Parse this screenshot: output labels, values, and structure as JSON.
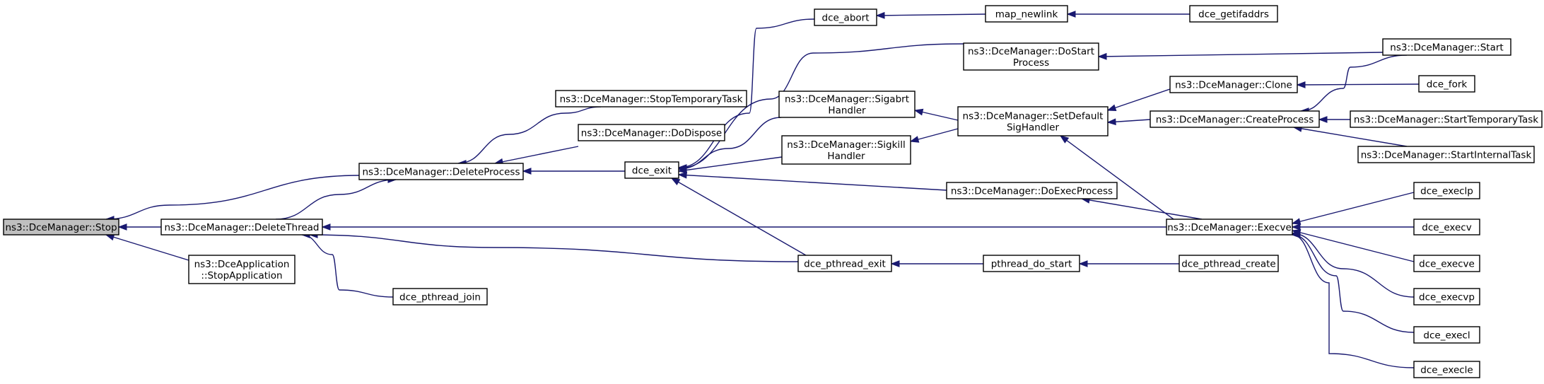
{
  "diagram": {
    "type": "call-graph",
    "colors": {
      "edge": "#191970",
      "root_fill": "#bfbfbf",
      "node_fill": "#ffffff",
      "border": "#000000"
    },
    "nodes": [
      {
        "id": "stop",
        "lines": [
          "ns3::DceManager::Stop"
        ],
        "root": true
      },
      {
        "id": "deleteProcess",
        "lines": [
          "ns3::DceManager::DeleteProcess"
        ]
      },
      {
        "id": "deleteThread",
        "lines": [
          "ns3::DceManager::DeleteThread"
        ]
      },
      {
        "id": "stopApplication",
        "lines": [
          "ns3::DceApplication",
          "::StopApplication"
        ]
      },
      {
        "id": "stopTemporaryTask",
        "lines": [
          "ns3::DceManager::StopTemporaryTask"
        ]
      },
      {
        "id": "doDispose",
        "lines": [
          "ns3::DceManager::DoDispose"
        ]
      },
      {
        "id": "dceExit",
        "lines": [
          "dce_exit"
        ]
      },
      {
        "id": "dcePthreadJoin",
        "lines": [
          "dce_pthread_join"
        ]
      },
      {
        "id": "dceAbort",
        "lines": [
          "dce_abort"
        ]
      },
      {
        "id": "mapNewlink",
        "lines": [
          "map_newlink"
        ]
      },
      {
        "id": "dceGetifaddrs",
        "lines": [
          "dce_getifaddrs"
        ]
      },
      {
        "id": "doStartProcess",
        "lines": [
          "ns3::DceManager::DoStart",
          "Process"
        ]
      },
      {
        "id": "start",
        "lines": [
          "ns3::DceManager::Start"
        ]
      },
      {
        "id": "sigabrtHandler",
        "lines": [
          "ns3::DceManager::Sigabrt",
          "Handler"
        ]
      },
      {
        "id": "sigkillHandler",
        "lines": [
          "ns3::DceManager::Sigkill",
          "Handler"
        ]
      },
      {
        "id": "setDefaultSigHandler",
        "lines": [
          "ns3::DceManager::SetDefault",
          "SigHandler"
        ]
      },
      {
        "id": "clone",
        "lines": [
          "ns3::DceManager::Clone"
        ]
      },
      {
        "id": "dceFork",
        "lines": [
          "dce_fork"
        ]
      },
      {
        "id": "createProcess",
        "lines": [
          "ns3::DceManager::CreateProcess"
        ]
      },
      {
        "id": "startTemporaryTask",
        "lines": [
          "ns3::DceManager::StartTemporaryTask"
        ]
      },
      {
        "id": "startInternalTask",
        "lines": [
          "ns3::DceManager::StartInternalTask"
        ]
      },
      {
        "id": "doExecProcess",
        "lines": [
          "ns3::DceManager::DoExecProcess"
        ]
      },
      {
        "id": "execve",
        "lines": [
          "ns3::DceManager::Execve"
        ]
      },
      {
        "id": "dceExeclp",
        "lines": [
          "dce_execlp"
        ]
      },
      {
        "id": "dceExecv",
        "lines": [
          "dce_execv"
        ]
      },
      {
        "id": "dceExecve",
        "lines": [
          "dce_execve"
        ]
      },
      {
        "id": "dceExecvp",
        "lines": [
          "dce_execvp"
        ]
      },
      {
        "id": "dceExecl",
        "lines": [
          "dce_execl"
        ]
      },
      {
        "id": "dceExecle",
        "lines": [
          "dce_execle"
        ]
      },
      {
        "id": "dcePthreadExit",
        "lines": [
          "dce_pthread_exit"
        ]
      },
      {
        "id": "pthreadDoStart",
        "lines": [
          "pthread_do_start"
        ]
      },
      {
        "id": "dcePthreadCreate",
        "lines": [
          "dce_pthread_create"
        ]
      }
    ],
    "edges": [
      {
        "caller": "deleteProcess",
        "callee": "stop"
      },
      {
        "caller": "deleteThread",
        "callee": "stop"
      },
      {
        "caller": "stopApplication",
        "callee": "stop"
      },
      {
        "caller": "deleteThread",
        "callee": "deleteProcess"
      },
      {
        "caller": "stopTemporaryTask",
        "callee": "deleteProcess"
      },
      {
        "caller": "doDispose",
        "callee": "deleteProcess"
      },
      {
        "caller": "dceExit",
        "callee": "deleteProcess"
      },
      {
        "caller": "execve",
        "callee": "deleteThread"
      },
      {
        "caller": "dcePthreadExit",
        "callee": "deleteThread"
      },
      {
        "caller": "dcePthreadJoin",
        "callee": "deleteThread"
      },
      {
        "caller": "dceAbort",
        "callee": "dceExit"
      },
      {
        "caller": "doStartProcess",
        "callee": "dceExit"
      },
      {
        "caller": "sigabrtHandler",
        "callee": "dceExit"
      },
      {
        "caller": "sigkillHandler",
        "callee": "dceExit"
      },
      {
        "caller": "doExecProcess",
        "callee": "dceExit"
      },
      {
        "caller": "dcePthreadExit",
        "callee": "dceExit"
      },
      {
        "caller": "mapNewlink",
        "callee": "dceAbort"
      },
      {
        "caller": "dceGetifaddrs",
        "callee": "mapNewlink"
      },
      {
        "caller": "start",
        "callee": "doStartProcess"
      },
      {
        "caller": "setDefaultSigHandler",
        "callee": "sigabrtHandler"
      },
      {
        "caller": "setDefaultSigHandler",
        "callee": "sigkillHandler"
      },
      {
        "caller": "clone",
        "callee": "setDefaultSigHandler"
      },
      {
        "caller": "createProcess",
        "callee": "setDefaultSigHandler"
      },
      {
        "caller": "execve",
        "callee": "setDefaultSigHandler"
      },
      {
        "caller": "dceFork",
        "callee": "clone"
      },
      {
        "caller": "start",
        "callee": "createProcess"
      },
      {
        "caller": "startTemporaryTask",
        "callee": "createProcess"
      },
      {
        "caller": "startInternalTask",
        "callee": "createProcess"
      },
      {
        "caller": "execve",
        "callee": "doExecProcess"
      },
      {
        "caller": "dceExeclp",
        "callee": "execve"
      },
      {
        "caller": "dceExecv",
        "callee": "execve"
      },
      {
        "caller": "dceExecve",
        "callee": "execve"
      },
      {
        "caller": "dceExecvp",
        "callee": "execve"
      },
      {
        "caller": "dceExecl",
        "callee": "execve"
      },
      {
        "caller": "dceExecle",
        "callee": "execve"
      },
      {
        "caller": "pthreadDoStart",
        "callee": "dcePthreadExit"
      },
      {
        "caller": "dcePthreadCreate",
        "callee": "pthreadDoStart"
      }
    ]
  }
}
